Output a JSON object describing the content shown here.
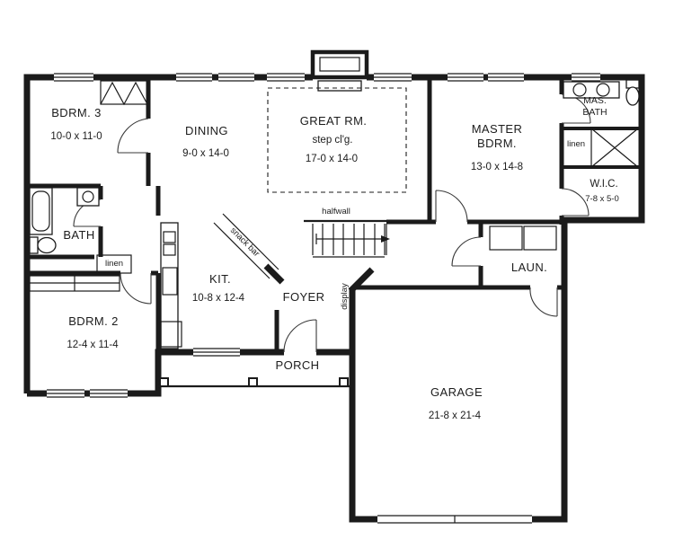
{
  "plan": {
    "rooms": {
      "bdrm3": {
        "name": "BDRM. 3",
        "dims": "10-0 x 11-0"
      },
      "dining": {
        "name": "DINING",
        "dims": "9-0 x 14-0"
      },
      "great_room": {
        "name": "GREAT RM.",
        "note": "step cl'g.",
        "dims": "17-0 x 14-0"
      },
      "master_bdrm": {
        "name": "MASTER BDRM.",
        "dims": "13-0 x 14-8"
      },
      "master_bath": {
        "name": "MAS. BATH"
      },
      "wic": {
        "name": "W.I.C.",
        "dims": "7-8 x 5-0"
      },
      "bath": {
        "name": "BATH"
      },
      "bdrm2": {
        "name": "BDRM. 2",
        "dims": "12-4 x 11-4"
      },
      "kitchen": {
        "name": "KIT.",
        "dims": "10-8 x 12-4"
      },
      "foyer": {
        "name": "FOYER"
      },
      "laundry": {
        "name": "LAUN."
      },
      "porch": {
        "name": "PORCH"
      },
      "garage": {
        "name": "GARAGE",
        "dims": "21-8 x 21-4"
      }
    },
    "annotations": {
      "halfwall": "halfwall",
      "snack_bar": "snack bar",
      "display": "display",
      "linen_hall": "linen",
      "linen_master": "linen"
    },
    "colors": {
      "ink": "#1b1b1b",
      "background": "#ffffff"
    }
  }
}
